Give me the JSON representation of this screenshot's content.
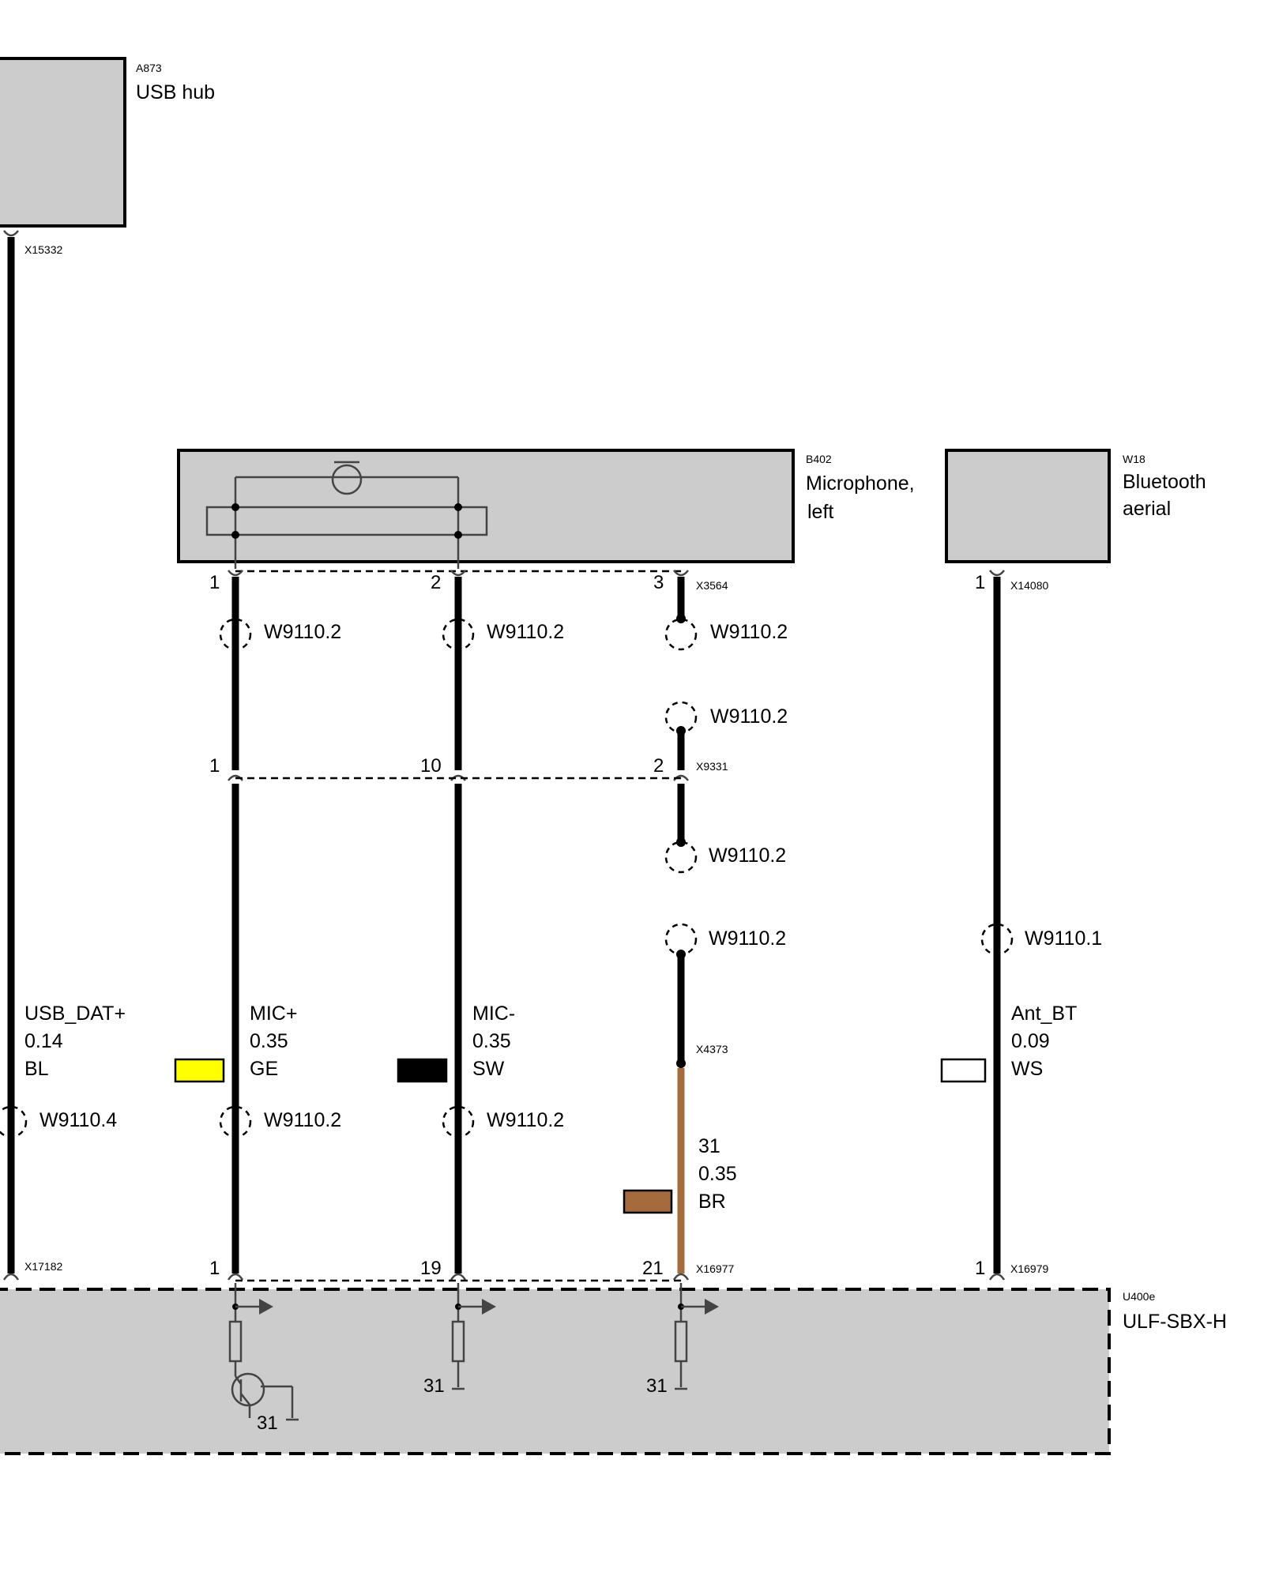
{
  "components": {
    "usb_hub": {
      "code": "A873",
      "name": "USB hub"
    },
    "microphone": {
      "code": "B402",
      "name_line1": "Microphone,",
      "name_line2": "left"
    },
    "bt_aerial": {
      "code": "W18",
      "name_line1": "Bluetooth",
      "name_line2": "aerial"
    },
    "control_unit": {
      "code": "U400e",
      "name": "ULF-SBX-H"
    }
  },
  "connectors": {
    "x15332": "X15332",
    "x3564": "X3564",
    "x14080": "X14080",
    "x9331": "X9331",
    "x4373": "X4373",
    "x17182": "X17182",
    "x16977": "X16977",
    "x16979": "X16979"
  },
  "pins": {
    "mic_1": "1",
    "mic_2": "2",
    "mic_3": "3",
    "bt_1": "1",
    "x9331_1": "1",
    "x9331_10": "10",
    "x9331_2": "2",
    "ctrl_1": "1",
    "ctrl_19": "19",
    "ctrl_21": "21",
    "ctrl_bt_1": "1"
  },
  "shields": {
    "s1": "W9110.2",
    "s2": "W9110.2",
    "s3": "W9110.2",
    "s4": "W9110.2",
    "s5": "W9110.2",
    "s6": "W9110.2",
    "s7": "W9110.1",
    "s8": "W9110.4",
    "s9": "W9110.2",
    "s10": "W9110.2"
  },
  "wires": {
    "usb": {
      "signal": "USB_DAT+",
      "gauge": "0.14",
      "color_code": "BL",
      "color": "#000000"
    },
    "mic_pos": {
      "signal": "MIC+",
      "gauge": "0.35",
      "color_code": "GE",
      "color": "#ffff00"
    },
    "mic_neg": {
      "signal": "MIC-",
      "gauge": "0.35",
      "color_code": "SW",
      "color": "#000000"
    },
    "gnd": {
      "signal": "31",
      "gauge": "0.35",
      "color_code": "BR",
      "color": "#a46c3c"
    },
    "ant": {
      "signal": "Ant_BT",
      "gauge": "0.09",
      "color_code": "WS",
      "color": "#ffffff"
    }
  },
  "ground_labels": {
    "g1": "31",
    "g2": "31",
    "g3": "31"
  }
}
